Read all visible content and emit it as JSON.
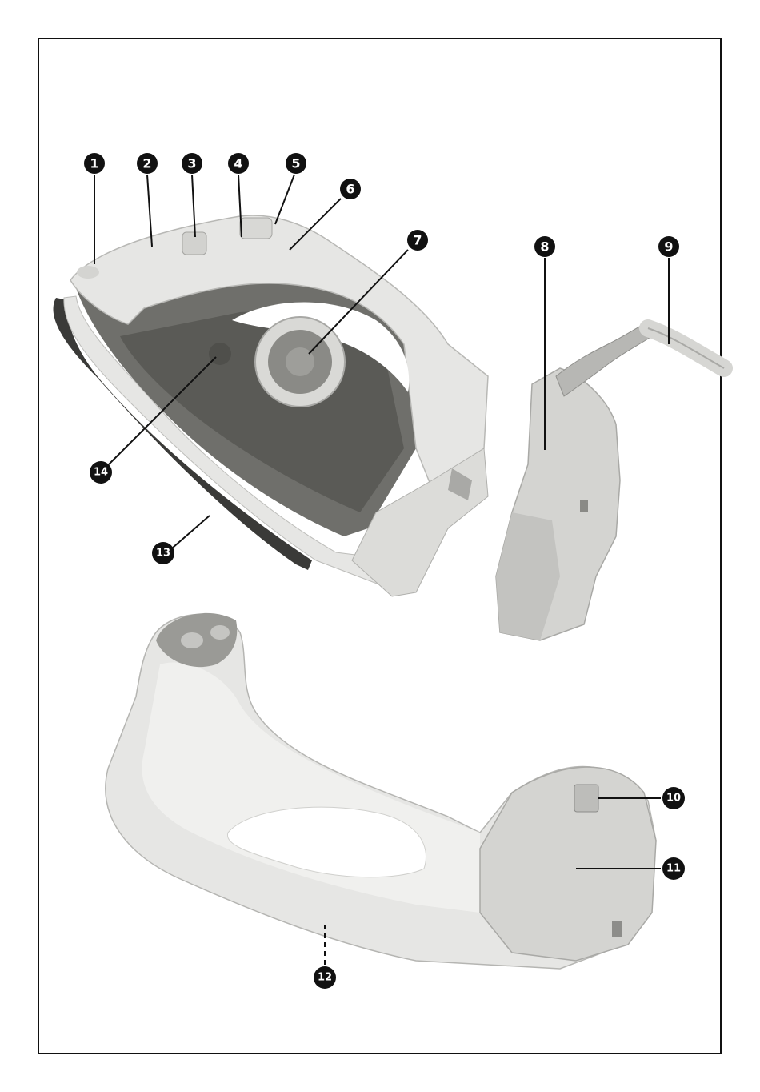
{
  "callouts": [
    {
      "id": "1",
      "label": "1"
    },
    {
      "id": "2",
      "label": "2"
    },
    {
      "id": "3",
      "label": "3"
    },
    {
      "id": "4",
      "label": "4"
    },
    {
      "id": "5",
      "label": "5"
    },
    {
      "id": "6",
      "label": "6"
    },
    {
      "id": "7",
      "label": "7"
    },
    {
      "id": "8",
      "label": "8"
    },
    {
      "id": "9",
      "label": "9"
    },
    {
      "id": "10",
      "label": "10"
    },
    {
      "id": "11",
      "label": "11"
    },
    {
      "id": "12",
      "label": "12"
    },
    {
      "id": "13",
      "label": "13"
    },
    {
      "id": "14",
      "label": "14"
    }
  ],
  "colors": {
    "plastic_light": "#e6e6e4",
    "plastic_mid": "#cfcfcc",
    "tank_dark": "#6f6f6b",
    "tank_darker": "#5a5a56",
    "soleplate": "#3a3a38",
    "callout_fill": "#111111",
    "line": "#111111"
  }
}
